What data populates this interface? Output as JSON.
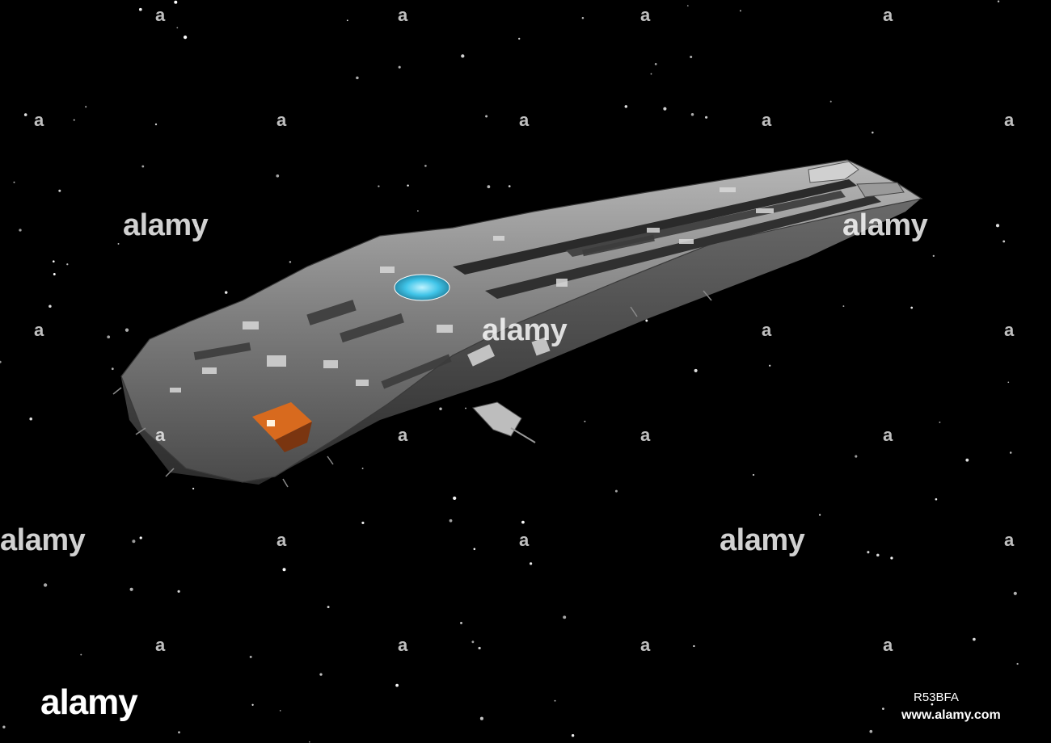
{
  "scene": {
    "background": "#000000",
    "subject": "spaceship",
    "hull_color": "#8a8a8a",
    "cockpit_color": "#3fc4e8",
    "hatch_color": "#d86a1e"
  },
  "watermark": {
    "text": "alamy",
    "letter": "a"
  },
  "footer": {
    "logo": "alamy",
    "image_id": "R53BFA",
    "url": "www.alamy.com"
  }
}
